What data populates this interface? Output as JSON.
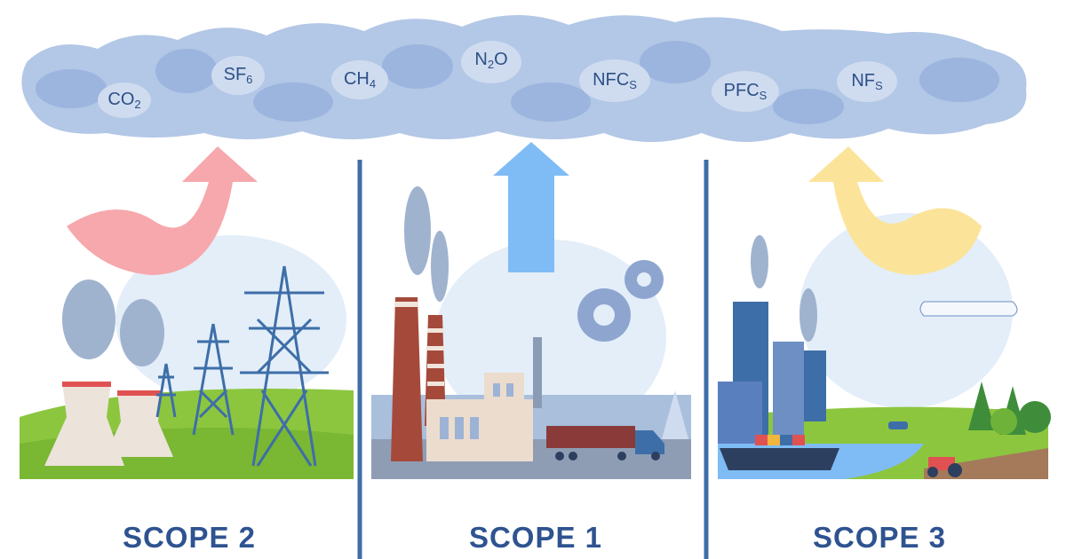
{
  "gases": [
    {
      "base": "CO",
      "sub": "2",
      "tail": ""
    },
    {
      "base": "SF",
      "sub": "6",
      "tail": ""
    },
    {
      "base": "CH",
      "sub": "4",
      "tail": ""
    },
    {
      "base": "N",
      "sub": "2",
      "tail": "O"
    },
    {
      "base": "NFC",
      "sub": "S",
      "tail": ""
    },
    {
      "base": "PFC",
      "sub": "S",
      "tail": ""
    },
    {
      "base": "NF",
      "sub": "S",
      "tail": ""
    }
  ],
  "scopes": [
    {
      "label": "SCOPE 2"
    },
    {
      "label": "SCOPE 1"
    },
    {
      "label": "SCOPE 3"
    }
  ],
  "colors": {
    "cloud": "#b3c7e6",
    "cloud_dark": "#9bb5df",
    "bubble": "#cfdcf0",
    "scope_text": "#2e5390",
    "divider": "#3e6ea8",
    "arrow_scope2": "#f6a8ac",
    "arrow_scope1": "#7fbcf5",
    "arrow_scope3": "#fbe49a",
    "grass": "#8cc63f"
  }
}
